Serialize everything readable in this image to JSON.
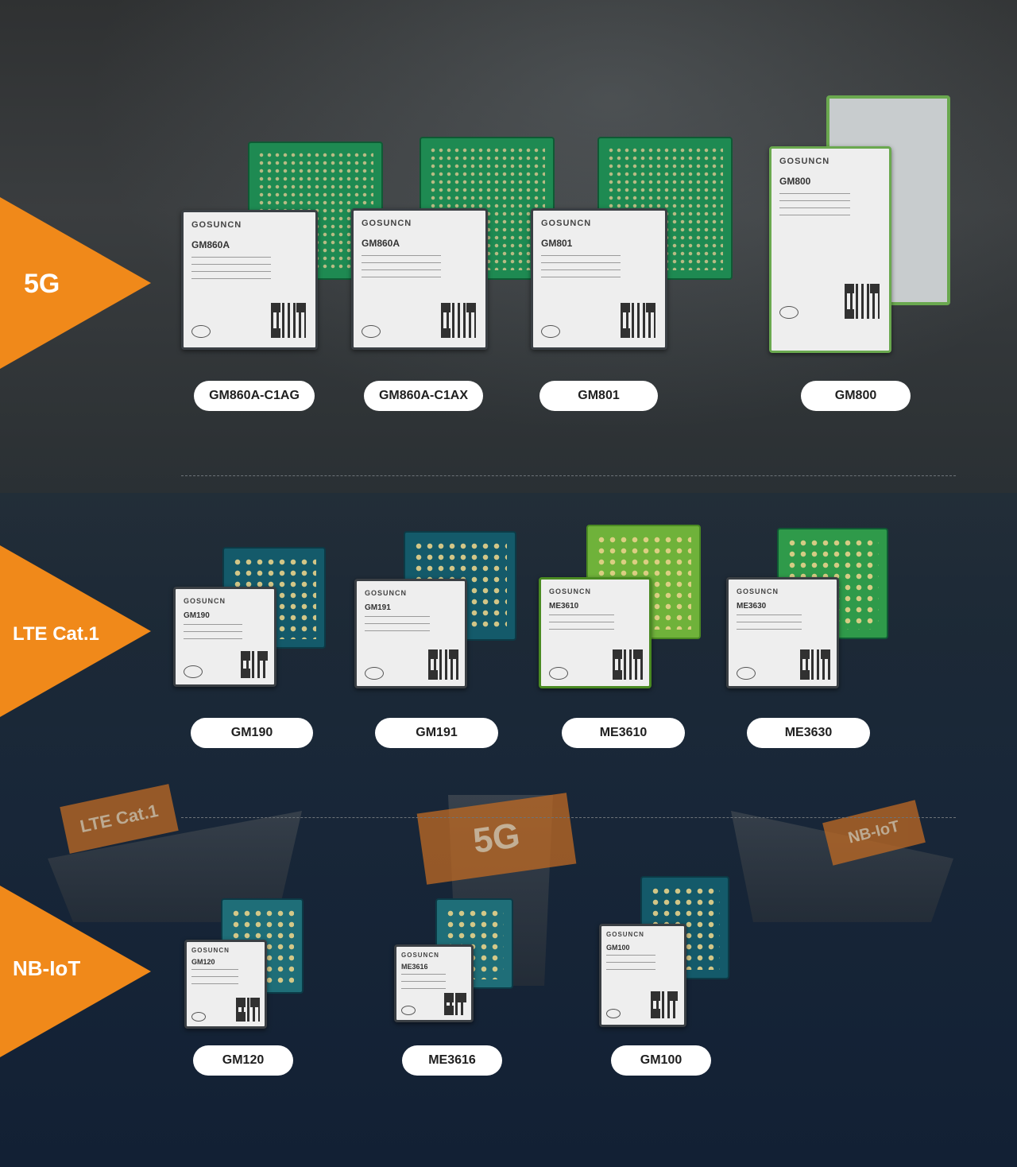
{
  "sections": {
    "5g": {
      "label": "5G",
      "products": [
        "GM860A-C1AG",
        "GM860A-C1AX",
        "GM801",
        "GM800"
      ]
    },
    "lte": {
      "label": "LTE Cat.1",
      "products": [
        "GM190",
        "GM191",
        "ME3610",
        "ME3630"
      ]
    },
    "nbiot": {
      "label": "NB-IoT",
      "products": [
        "GM120",
        "ME3616",
        "GM100"
      ]
    }
  },
  "modules": {
    "brand": "GOSUNCN",
    "face_models": [
      "GM860A",
      "GM860A",
      "GM801",
      "GM800",
      "GM190",
      "GM191",
      "ME3610",
      "ME3630",
      "GM120",
      "ME3616",
      "GM100"
    ]
  },
  "flags": [
    "LTE Cat.1",
    "5G",
    "NB-IoT"
  ],
  "colors": {
    "accent": "#f0891a",
    "pill": "#ffffff"
  }
}
